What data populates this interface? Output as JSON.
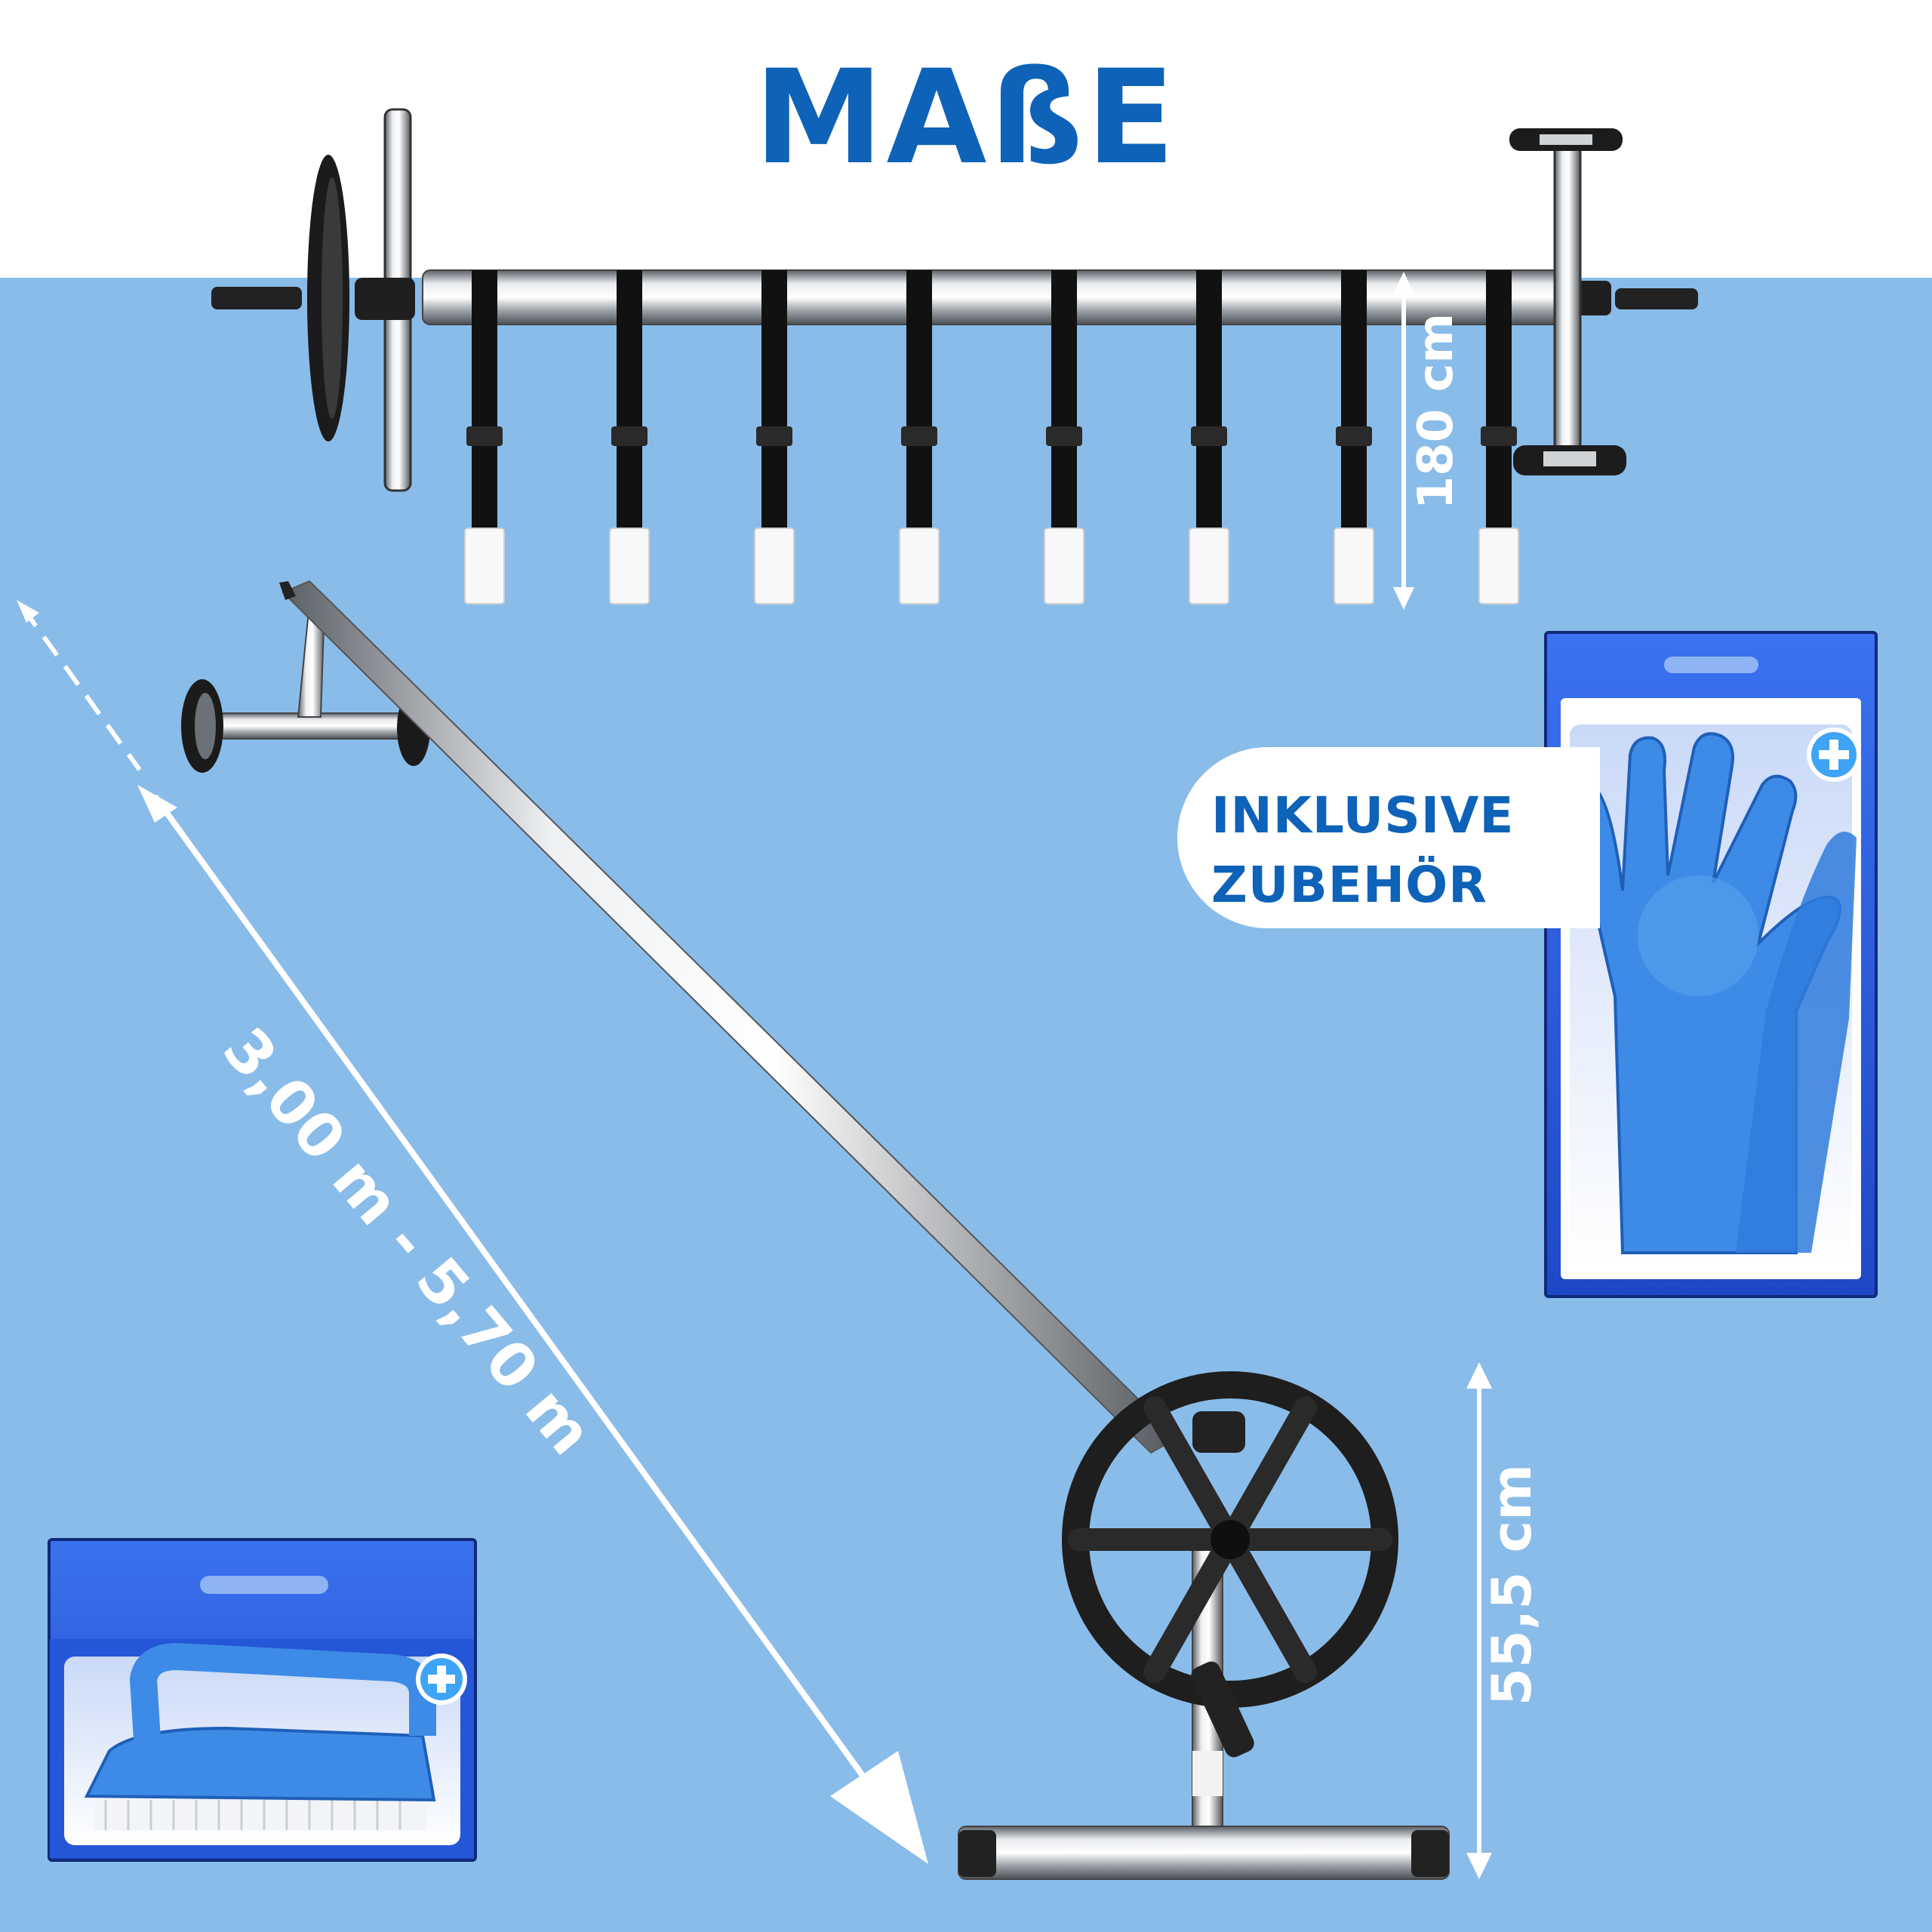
{
  "heading": "MAßE",
  "dimensions": {
    "height_strap": "180 cm",
    "height_stand": "55,5 cm",
    "length_range": "3,00 m - 5,70 m"
  },
  "badge": {
    "line1": "INKLUSIVE",
    "line2": "ZUBEHÖR"
  },
  "product_box_brand": "",
  "colors": {
    "background": "#89BCE9",
    "heading": "#0E62B8",
    "box_blue": "#2F63E8",
    "accessory_blue": "#3D8BE6",
    "plus_icon": "#3FA4F5"
  },
  "icons": [
    "plus-icon",
    "plus-icon"
  ]
}
